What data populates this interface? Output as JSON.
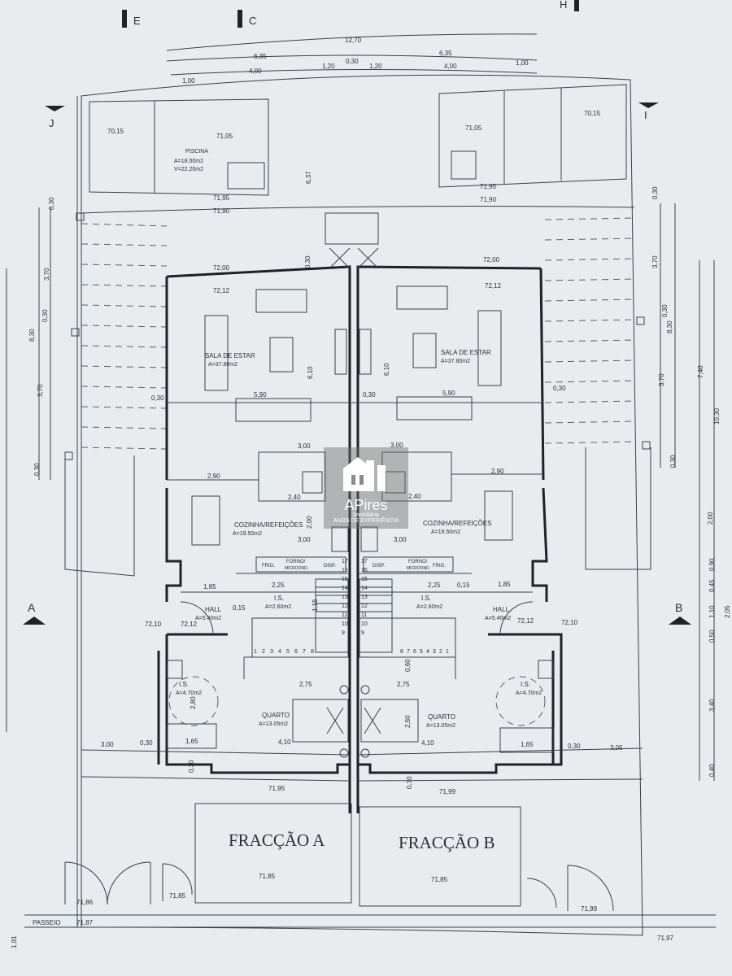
{
  "section_marks": {
    "e": "E",
    "c": "C",
    "h": "H",
    "j": "J",
    "i": "I",
    "a": "A",
    "b": "B"
  },
  "top_dims": {
    "overall": "12,70",
    "half_left": "6,35",
    "half_right": "6,35",
    "seg_1_00_left": "1,00",
    "seg_4_00_left": "4,00",
    "seg_1_20_left": "1,20",
    "seg_0_30": "0,30",
    "seg_1_20_right": "1,20",
    "seg_4_00_right": "4,00",
    "seg_1_00_right": "1,00"
  },
  "levels": {
    "pool_left": "70,15",
    "pool_mid_left": "71,05",
    "pool_mid_right": "71,05",
    "pool_right": "70,15",
    "rear_l1": "71,95",
    "rear_l2": "71,90",
    "rear_r1": "71,95",
    "rear_r2": "71,90",
    "floor_l": "72,00",
    "floor_r": "72,00",
    "living_l": "72,12",
    "living_r": "72,12",
    "hall_out_l": "72,10",
    "hall_l": "72,12",
    "hall_r": "72,12",
    "hall_out_r": "72,10",
    "front_l": "71,95",
    "front_r": "71,99",
    "garage_l": "71,85",
    "garage_r": "71,85",
    "street_l1": "71,86",
    "street_l2": "71,85",
    "street_l3": "71,87",
    "street_r": "71,99",
    "corner_r": "71,97"
  },
  "pool": {
    "title": "PISCINA",
    "area": "A=18.00m2",
    "volume": "V=22.20m2"
  },
  "rooms": {
    "living": {
      "name": "SALA DE ESTAR",
      "area": "A=37.80m2"
    },
    "kitchen": {
      "name": "COZINHA/REFEIÇÕES",
      "area": "A=19.50m2"
    },
    "hall": {
      "name": "HALL",
      "area": "A=5.40m2"
    },
    "is_small": {
      "name": "I.S.",
      "area": "A=2.60m2"
    },
    "is_big": {
      "name": "I.S.",
      "area": "A=4.70m2"
    },
    "bedroom": {
      "name": "QUARTO",
      "area": "A=13.05m2"
    }
  },
  "appliances": {
    "fridge": "FRIG.",
    "oven": "FORNO/",
    "microwave": "MICROOND.",
    "dishwasher": "DISP."
  },
  "inner_dims": {
    "d_6_37": "6,37",
    "d_0_30_top": "0,30",
    "d_6_10_l": "6,10",
    "d_6_10_r": "6,10",
    "d_5_90_l": "5,90",
    "d_5_90_r": "5,90",
    "d_0_30_l": "0,30",
    "d_0_30_m": "0,30",
    "d_0_30_r": "0,30",
    "d_3_00_l": "3,00",
    "d_3_00_r": "3,00",
    "d_2_90_l": "2,90",
    "d_2_90_r": "2,90",
    "d_2_40_l": "2,40",
    "d_2_40_r": "2,40",
    "d_2_00": "2,00",
    "d_3_00_kl": "3,00",
    "d_3_00_kr": "3,00",
    "d_1_85_l": "1,85",
    "d_1_85_r": "1,85",
    "d_2_25_l": "2,25",
    "d_2_25_r": "2,25",
    "d_0_15_a": "0,15",
    "d_0_15_b": "0,15",
    "d_1_15": "1,15",
    "d_2_75_l": "2,75",
    "d_2_75_r": "2,75",
    "d_2_60": "2,60",
    "d_2_80": "2,80",
    "d_4_10_l": "4,10",
    "d_4_10_r": "4,10",
    "d_1_65_l": "1,65",
    "d_1_65_r": "1,65",
    "d_3_00_bottom": "3,00",
    "d_0_30_bl": "0,30",
    "d_0_30_br": "0,30",
    "d_3_05": "3,05",
    "d_0_30_low_l": "0,30",
    "d_0_30_low_r": "0,30",
    "d_0_60": "0,60"
  },
  "left_dims": {
    "l_0_30_a": "0,30",
    "l_3_70_a": "3,70",
    "l_0_30_b": "0,30",
    "l_8_30": "8,30",
    "l_3_70_b": "3,70",
    "l_0_30_c": "0,30"
  },
  "right_dims": {
    "r_0_30_a": "0,30",
    "r_3_70_a": "3,70",
    "r_8_30": "8,30",
    "r_0_30_b": "0,30",
    "r_3_70_b": "3,70",
    "r_0_30_c": "0,30",
    "r_7_40": "7,40",
    "r_10_30": "10,30",
    "r_2_00": "2,00",
    "r_0_90": "0,90",
    "r_0_45": "0,45",
    "r_1_10": "1,10",
    "r_2_05": "2,05",
    "r_0_50": "0,50",
    "r_3_40": "3,40",
    "r_0_40": "0,40"
  },
  "stair_steps": [
    "1",
    "2",
    "3",
    "4",
    "5",
    "6",
    "7",
    "8",
    "9",
    "10",
    "11",
    "12",
    "13",
    "14",
    "15",
    "16",
    "17"
  ],
  "units": {
    "a": "FRACÇÃO A",
    "b": "FRACÇÃO B"
  },
  "street": {
    "label": "PASSEIO",
    "dim": "1,91"
  },
  "logo": {
    "name": "APires",
    "sub": "Imobiliária",
    "tag": "ANOS DE EXPERIÊNCIA"
  }
}
